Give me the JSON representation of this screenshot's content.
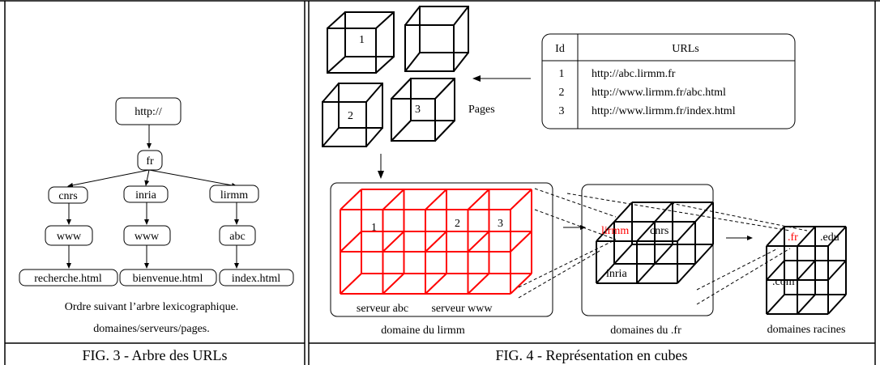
{
  "figure3": {
    "caption": "FIG. 3 - Arbre des URLs",
    "tree": {
      "root": "http://",
      "tld": "fr",
      "domains": [
        "cnrs",
        "inria",
        "lirmm"
      ],
      "servers": [
        "www",
        "www",
        "abc"
      ],
      "pages": [
        "recherche.html",
        "bienvenue.html",
        "index.html"
      ]
    },
    "note_line1": "Ordre suivant l’arbre lexicographique.",
    "note_line2": "domaines/serveurs/pages."
  },
  "figure4": {
    "caption": "FIG. 4 - Représentation en cubes",
    "page_cubes": [
      "1",
      "",
      "2",
      "3"
    ],
    "pages_label": "Pages",
    "url_table": {
      "headers": [
        "Id",
        "URLs"
      ],
      "rows": [
        {
          "id": "1",
          "url": "http://abc.lirmm.fr"
        },
        {
          "id": "2",
          "url": "http://www.lirmm.fr/abc.html"
        },
        {
          "id": "3",
          "url": "http://www.lirmm.fr/index.html"
        }
      ]
    },
    "lirmm_domain": {
      "cell_labels": [
        "1",
        "2",
        "3"
      ],
      "server_labels": [
        "serveur abc",
        "serveur www"
      ],
      "caption": "domaine du lirmm"
    },
    "fr_domains": {
      "cell_labels": [
        "lirmm",
        "cnrs",
        "inria"
      ],
      "caption": "domaines du .fr"
    },
    "root_domains": {
      "cell_labels": [
        ".fr",
        ".edu",
        ".com"
      ],
      "caption": "domaines racines"
    },
    "colors": {
      "highlight": "#ff0000",
      "line": "#000000"
    }
  }
}
